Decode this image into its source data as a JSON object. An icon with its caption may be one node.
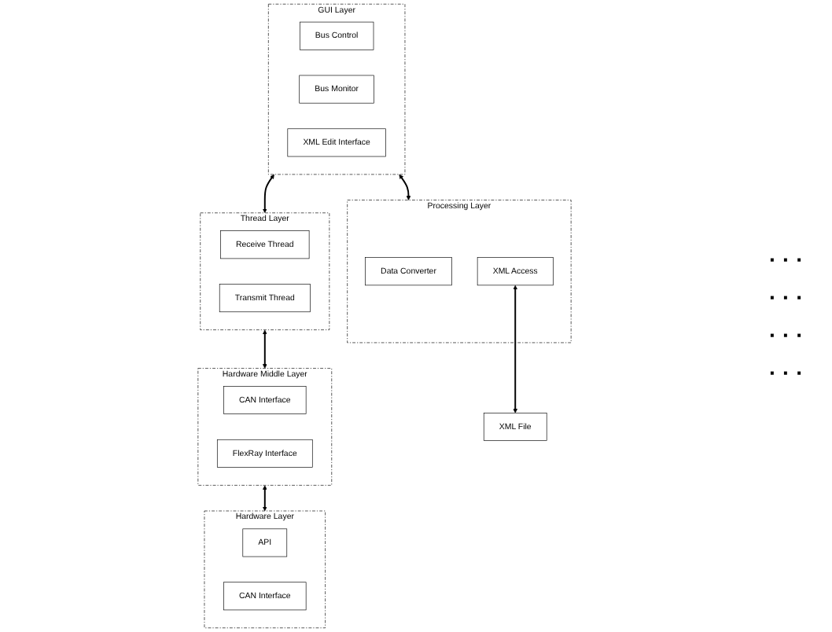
{
  "diagram": {
    "nodes": [
      {
        "text": [
          "GUI Layer"
        ]
      },
      {
        "text": [
          "Bus Control"
        ],
        "in": 0
      },
      {
        "text": [
          "Bus Monitor"
        ],
        "in": 0
      },
      {
        "text": [
          "XML Edit Interface"
        ],
        "in": 0
      },
      {
        "text": [
          "Processing Layer"
        ]
      },
      {
        "text": [
          "Data Converter"
        ],
        "in": 4
      },
      {
        "text": [
          "XML Access"
        ],
        "in": 4
      },
      {
        "text": [
          "XML File"
        ]
      },
      {
        "text": [
          "Thread Layer"
        ]
      },
      {
        "text": [
          "Receive Thread"
        ],
        "in": 8
      },
      {
        "text": [
          "Transmit Thread"
        ],
        "in": 8
      },
      {
        "text": [
          "Hardware Middle Layer"
        ]
      },
      {
        "text": [
          "CAN Interface"
        ],
        "in": 11
      },
      {
        "text": [
          "FlexRay Interface"
        ],
        "in": 11
      },
      {
        "text": [
          "Hardware Layer"
        ]
      },
      {
        "text": [
          "API"
        ],
        "in": 14
      },
      {
        "text": [
          "CAN Interface"
        ],
        "in": 14
      }
    ],
    "edges": [
      {
        "from": 0,
        "to": 4,
        "arrow": "both"
      },
      {
        "from": 0,
        "to": 8,
        "arrow": "both"
      },
      {
        "from": 6,
        "to": 7,
        "arrow": "both"
      },
      {
        "from": 8,
        "to": 11,
        "arrow": "both"
      },
      {
        "from": 11,
        "to": 14,
        "arrow": "both"
      }
    ],
    "labels": [
      "· · ·",
      "· · ·",
      "· · ·",
      "· · ·"
    ]
  }
}
